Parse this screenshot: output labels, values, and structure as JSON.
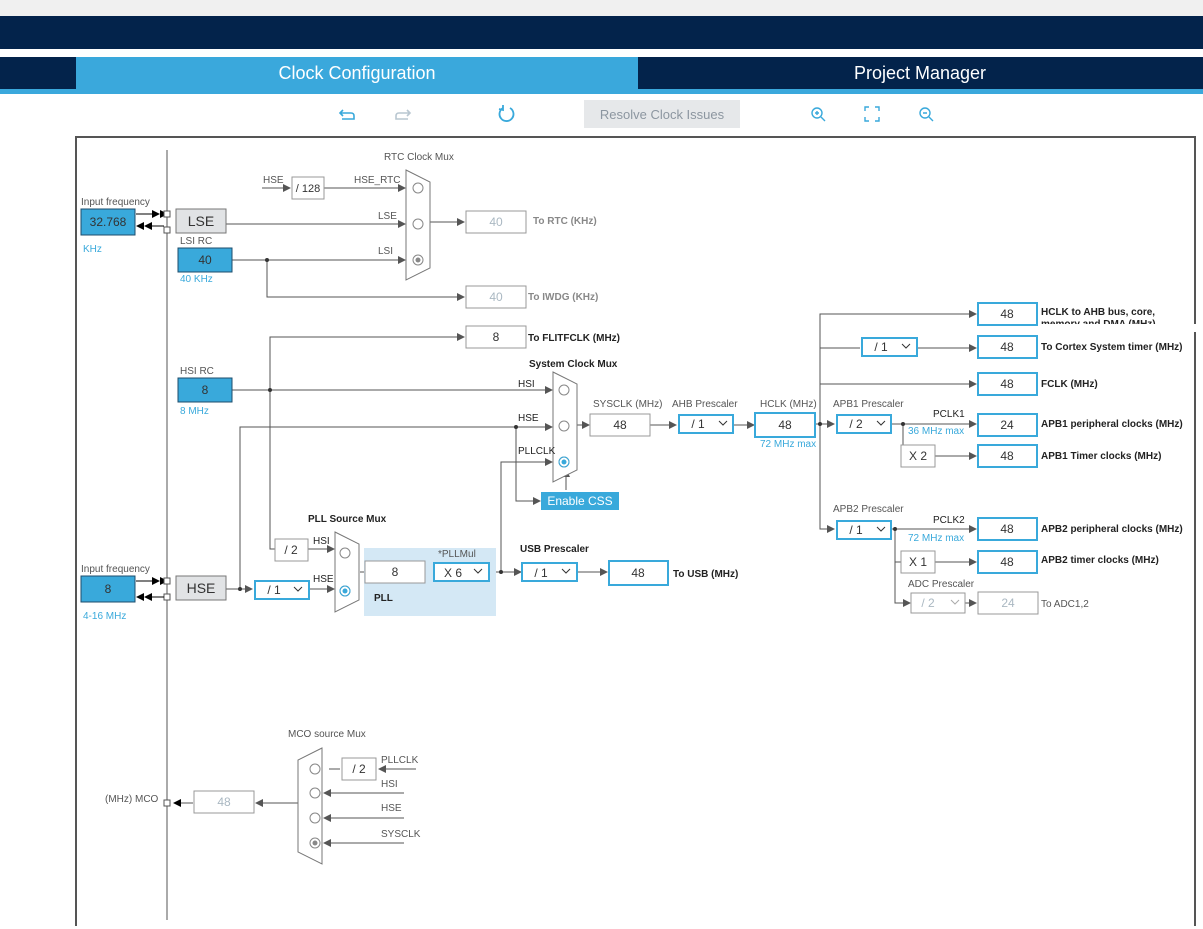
{
  "tabs": [
    {
      "label": "Clock Configuration",
      "active": true
    },
    {
      "label": "Project Manager",
      "active": false
    }
  ],
  "toolbar": {
    "undo_icon": "undo-icon",
    "redo_icon": "redo-icon",
    "reset_icon": "reset-icon",
    "resolve_label": "Resolve Clock Issues",
    "zoom_in_icon": "zoom-in-icon",
    "fit_icon": "fit-screen-icon",
    "zoom_out_icon": "zoom-out-icon"
  },
  "inputs": {
    "lse": {
      "label": "Input frequency",
      "value": "32.768",
      "unit": "KHz"
    },
    "lsi": {
      "label": "LSI RC",
      "value": "40",
      "unit": "40 KHz"
    },
    "hsi": {
      "label": "HSI RC",
      "value": "8",
      "unit": "8 MHz"
    },
    "hse": {
      "label": "Input frequency",
      "value": "8",
      "unit": "4-16 MHz"
    }
  },
  "blocks": {
    "lse": "LSE",
    "hse": "HSE"
  },
  "rtc": {
    "mux_title": "RTC Clock Mux",
    "hse_label": "HSE",
    "div": "/ 128",
    "hse_rtc": "HSE_RTC",
    "lse": "LSE",
    "lsi": "LSI",
    "out_value": "40",
    "out_label": "To RTC (KHz)"
  },
  "iwdg": {
    "value": "40",
    "label": "To IWDG (KHz)"
  },
  "flit": {
    "value": "8",
    "label": "To FLITFCLK (MHz)"
  },
  "sysmux": {
    "title": "System Clock Mux",
    "hsi": "HSI",
    "hse": "HSE",
    "pllclk": "PLLCLK",
    "css": "Enable CSS"
  },
  "sysclk": {
    "label": "SYSCLK (MHz)",
    "value": "48"
  },
  "ahb": {
    "label": "AHB Prescaler",
    "value": "/ 1"
  },
  "hclk": {
    "label": "HCLK (MHz)",
    "value": "48",
    "max": "72 MHz max"
  },
  "apb1": {
    "label": "APB1 Prescaler",
    "value": "/ 2",
    "pclk": "PCLK1",
    "max": "36 MHz max",
    "timer_mul": "X 2"
  },
  "apb2": {
    "label": "APB2 Prescaler",
    "value": "/ 1",
    "pclk": "PCLK2",
    "max": "72 MHz max",
    "timer_mul": "X 1"
  },
  "adc": {
    "label": "ADC Prescaler",
    "value": "/ 2",
    "out": "24",
    "out_label": "To ADC1,2"
  },
  "cortex_div": "/ 1",
  "outputs": [
    {
      "value": "48",
      "label1": "HCLK to AHB bus, core,",
      "label2": "memory and DMA (MHz)"
    },
    {
      "value": "48",
      "label1": "To Cortex System timer (MHz)",
      "label2": ""
    },
    {
      "value": "48",
      "label1": "FCLK (MHz)",
      "label2": ""
    },
    {
      "value": "24",
      "label1": "APB1 peripheral clocks (MHz)",
      "label2": ""
    },
    {
      "value": "48",
      "label1": "APB1 Timer clocks (MHz)",
      "label2": ""
    },
    {
      "value": "48",
      "label1": "APB2 peripheral clocks (MHz)",
      "label2": ""
    },
    {
      "value": "48",
      "label1": "APB2 timer clocks (MHz)",
      "label2": ""
    }
  ],
  "pll": {
    "src_title": "PLL Source Mux",
    "hsi_div": "/ 2",
    "hsi": "HSI",
    "hse": "HSE",
    "hse_div": "/ 1",
    "in_value": "8",
    "mul_label": "*PLLMul",
    "mul": "X 6",
    "label": "PLL"
  },
  "usb": {
    "label": "USB Prescaler",
    "div": "/ 1",
    "value": "48",
    "out_label": "To USB (MHz)"
  },
  "mco": {
    "title": "MCO source Mux",
    "pll_div": "/ 2",
    "pllclk": "PLLCLK",
    "hsi": "HSI",
    "hse": "HSE",
    "sysclk": "SYSCLK",
    "value": "48",
    "label": "(MHz) MCO"
  }
}
